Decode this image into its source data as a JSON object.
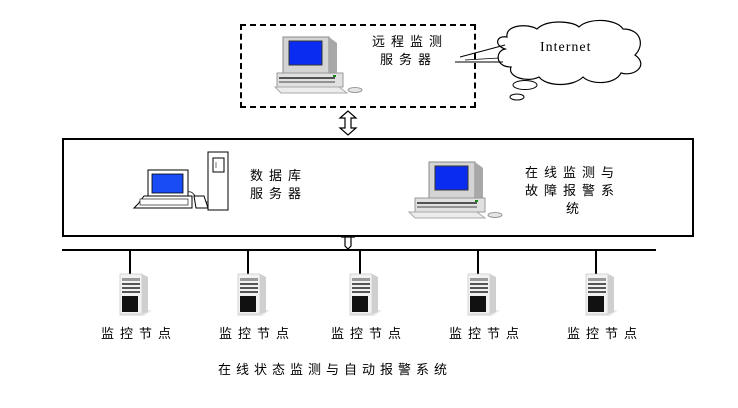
{
  "remote_server": {
    "line1": "远程监测",
    "line2": "服务器"
  },
  "internet": {
    "label": "Internet"
  },
  "db_server": {
    "line1": "数据库",
    "line2": "服务器"
  },
  "monitor_system": {
    "line1": "在线监测与",
    "line2": "故障报警系",
    "line3": "统"
  },
  "nodes": [
    {
      "label": "监控节点"
    },
    {
      "label": "监控节点"
    },
    {
      "label": "监控节点"
    },
    {
      "label": "监控节点"
    },
    {
      "label": "监控节点"
    }
  ],
  "caption": "在线状态监测与自动报警系统",
  "colors": {
    "screen": "#0a2cf0",
    "screen_db": "#1a4cf5",
    "case": "#c8c8c8"
  }
}
